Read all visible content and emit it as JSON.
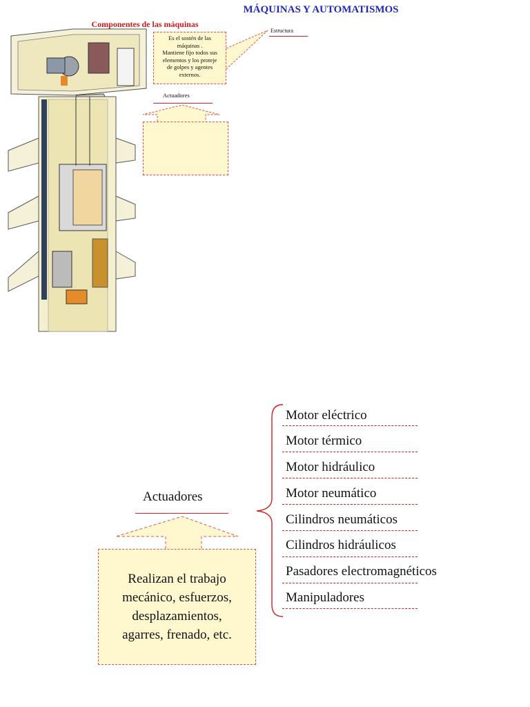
{
  "header": {
    "title": "MÁQUINAS Y AUTOMATISMOS",
    "components_title": "Componentes de las máquinas"
  },
  "structure": {
    "label": "Estructura",
    "callout_lines": [
      "Es el sostén de las",
      "máquinas .",
      "Mantiene fijo todos sus",
      "elementos y los proteje",
      "de golpes y agentes",
      "externos."
    ]
  },
  "actuators_small": {
    "label": "Actuadores"
  },
  "actuators": {
    "label": "Actuadores",
    "description_lines": [
      "Realizan el trabajo",
      "mecánico, esfuerzos,",
      "desplazamientos,",
      "agarres, frenado, etc."
    ],
    "items": [
      "Motor eléctrico",
      "Motor térmico",
      "Motor hidráulico",
      "Motor neumático",
      "Cilindros neumáticos",
      "Cilindros hidráulicos",
      "Pasadores electromagnéticos",
      "Manipuladores"
    ]
  },
  "colors": {
    "title_blue": "#1f2ab8",
    "red": "#d01818",
    "callout_fill": "#fff8cf"
  }
}
